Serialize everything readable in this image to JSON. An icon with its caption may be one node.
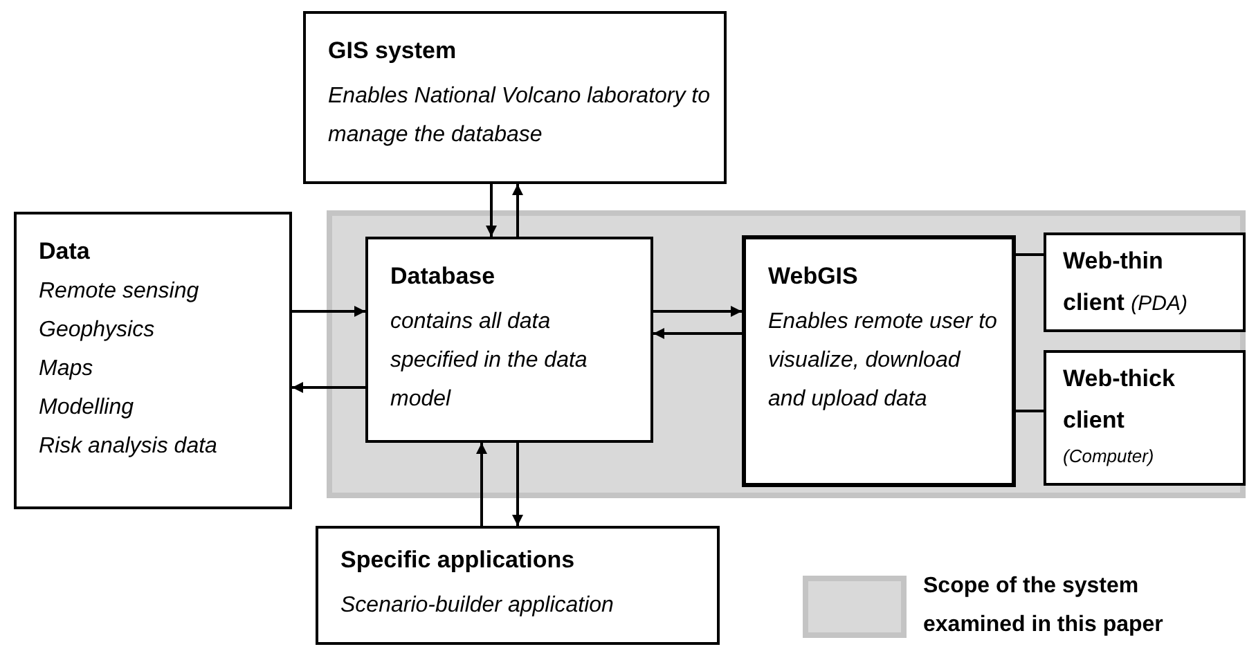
{
  "diagram": {
    "nodes": [
      {
        "text": [
          "GIS system",
          "Enables National Volcano laboratory to manage the database"
        ]
      },
      {
        "text": [],
        "shape": "box"
      },
      {
        "text": [
          "Data",
          "Remote sensing",
          "Geophysics",
          "Maps",
          "Modelling",
          "Risk analysis data"
        ]
      },
      {
        "text": [
          "Database",
          "contains all data specified in the data model"
        ],
        "in": 1
      },
      {
        "text": [
          "WebGIS",
          "Enables remote user to visualize, download and upload data"
        ],
        "in": 1
      },
      {
        "text": [
          "Web-thin client *(PDA)*"
        ],
        "in": 1
      },
      {
        "text": [
          "Web-thick client",
          "(Computer)"
        ],
        "in": 1
      },
      {
        "text": [
          "Specific applications",
          "Scenario-builder application"
        ]
      }
    ],
    "edges": [
      {
        "from": 0,
        "to": 3,
        "arrow": "to"
      },
      {
        "from": 3,
        "to": 0,
        "arrow": "to"
      },
      {
        "from": 2,
        "to": 3,
        "arrow": "to"
      },
      {
        "from": 3,
        "to": 2,
        "arrow": "to"
      },
      {
        "from": 3,
        "to": 4,
        "arrow": "to"
      },
      {
        "from": 4,
        "to": 3,
        "arrow": "to"
      },
      {
        "from": 4,
        "to": 5,
        "arrow": "none"
      },
      {
        "from": 4,
        "to": 6,
        "arrow": "none"
      },
      {
        "from": 7,
        "to": 3,
        "arrow": "to"
      },
      {
        "from": 3,
        "to": 7,
        "arrow": "to"
      }
    ],
    "legend": [
      {
        "text": "Scope of the system examined in this paper",
        "color": "#d9d9d9"
      }
    ]
  }
}
